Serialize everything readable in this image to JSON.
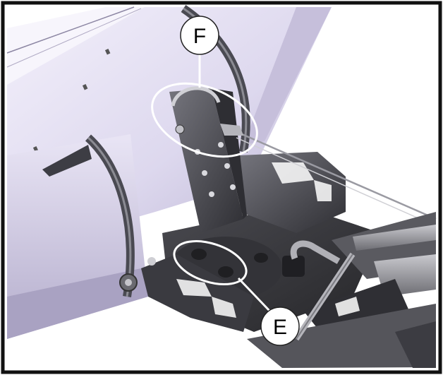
{
  "diagram": {
    "callouts": [
      {
        "id": "F",
        "label": "F"
      },
      {
        "id": "E",
        "label": "E"
      }
    ],
    "colors": {
      "border": "#111111",
      "tube_light": "#e6e2f2",
      "tube_shadow": "#b9b3cf",
      "metal_dark": "#3b3b40",
      "metal_mid": "#5e5e66",
      "metal_light": "#9a9aa2",
      "highlight_ellipse": "#ffffff"
    }
  }
}
